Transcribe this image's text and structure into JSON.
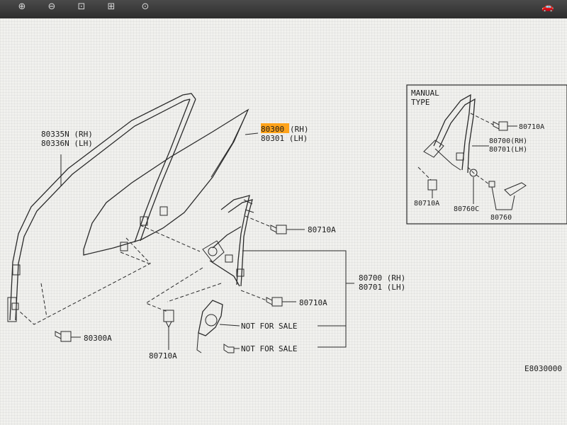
{
  "toolbar": {
    "buttons": [
      {
        "icon": "zoom-in-icon",
        "glyph": "⊕"
      },
      {
        "icon": "zoom-out-icon",
        "glyph": "⊖"
      },
      {
        "icon": "zoom-fit-icon",
        "glyph": "⊡"
      },
      {
        "icon": "zoom-window-icon",
        "glyph": "⊞"
      },
      {
        "icon": "zoom-reset-icon",
        "glyph": "⊙"
      }
    ],
    "logo_icon": "car-icon"
  },
  "diagram": {
    "labels": {
      "glass_rh": "80300",
      "glass_rh_suffix": "(RH)",
      "glass_lh": "80301 (LH)",
      "sash_rh": "80335N (RH)",
      "sash_lh": "80336N (LH)",
      "bolt_top": "80710A",
      "regulator_rh": "80700 (RH)",
      "regulator_lh": "80701 (LH)",
      "bolt_mid": "80710A",
      "not_for_sale_1": "NOT FOR SALE",
      "not_for_sale_2": "NOT FOR SALE",
      "bolt_left": "80300A",
      "bolt_bottom": "80710A",
      "code": "E8030000"
    },
    "inset": {
      "title_line1": "MANUAL",
      "title_line2": "TYPE",
      "bolt_top": "80710A",
      "regulator_rh": "80700(RH)",
      "regulator_lh": "80701(LH)",
      "bolt_left": "80710A",
      "part_c": "80760C",
      "handle": "80760"
    },
    "highlight_color": "#ffa31a"
  }
}
